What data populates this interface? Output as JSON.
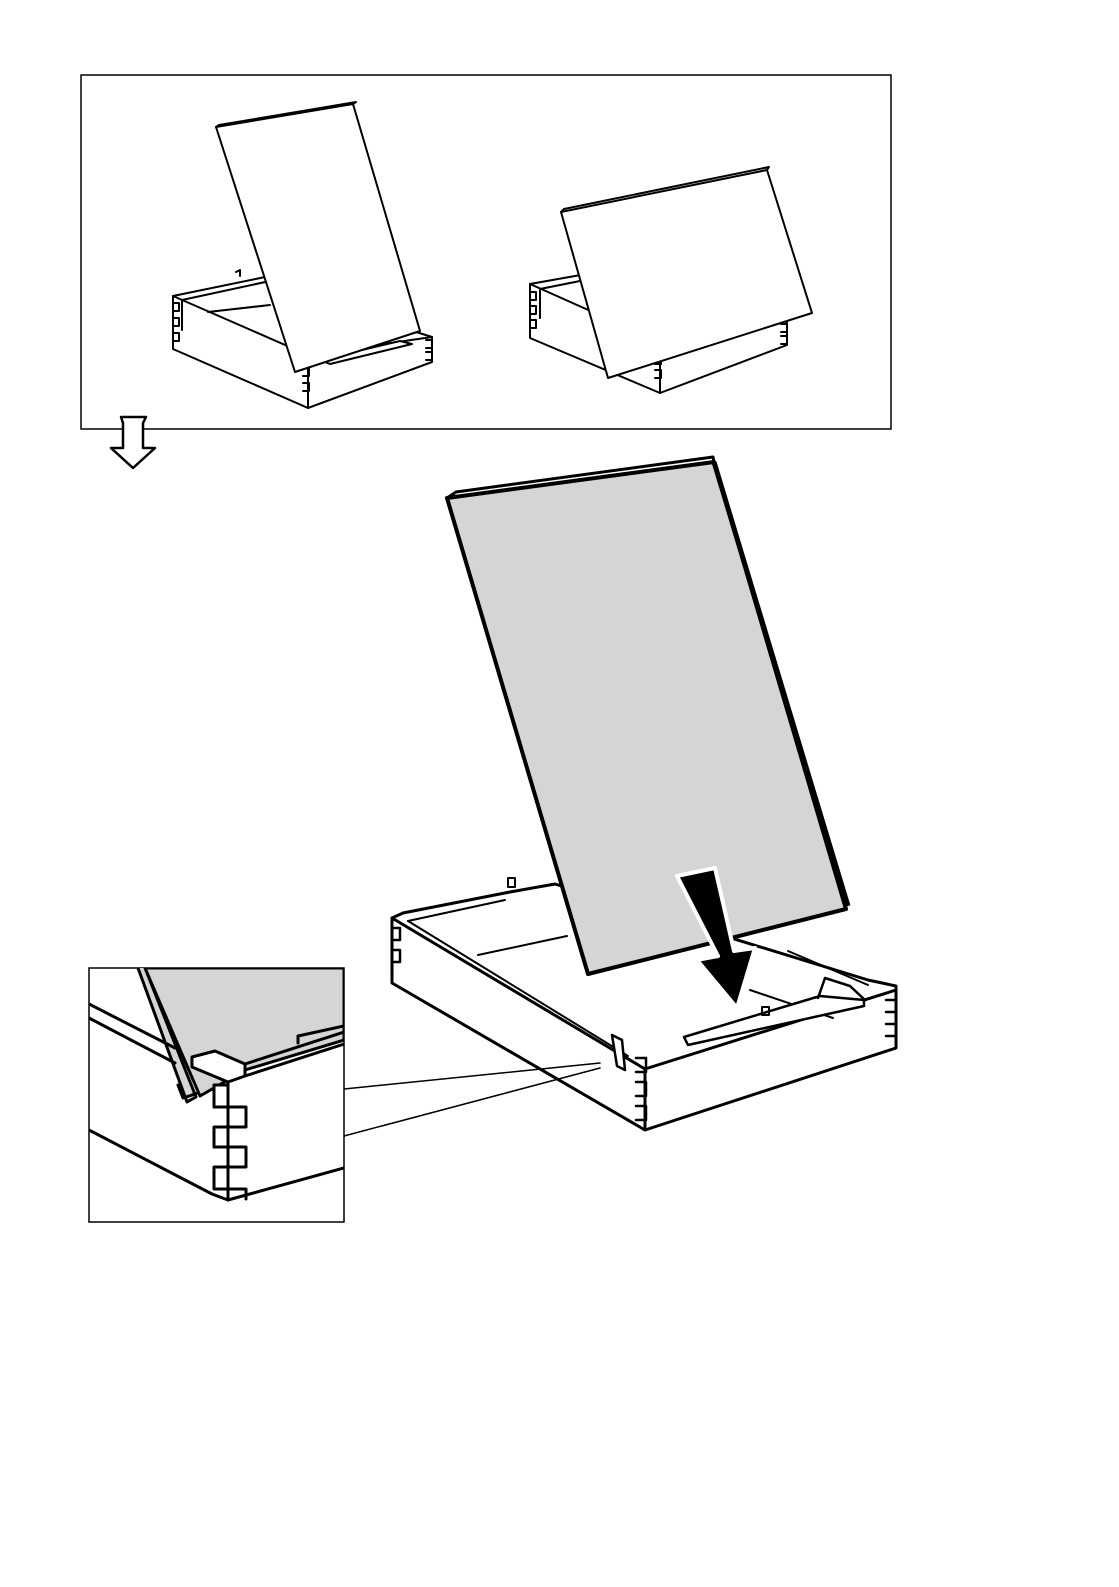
{
  "page": {
    "type": "assembly-instruction-step",
    "background_color": "#ffffff",
    "line_color": "#000000",
    "panel_fill_color": "#d4d5d7",
    "icons": [
      "step-flow-down-arrow-icon",
      "insert-direction-arrow-icon"
    ]
  },
  "illustrations": {
    "overview_panel": [
      "tilted-panel-in-tray-variant-a",
      "tilted-panel-in-tray-variant-b"
    ],
    "main_view": "panel-being-inserted-into-tray",
    "detail_view": "corner-notch-close-up"
  }
}
